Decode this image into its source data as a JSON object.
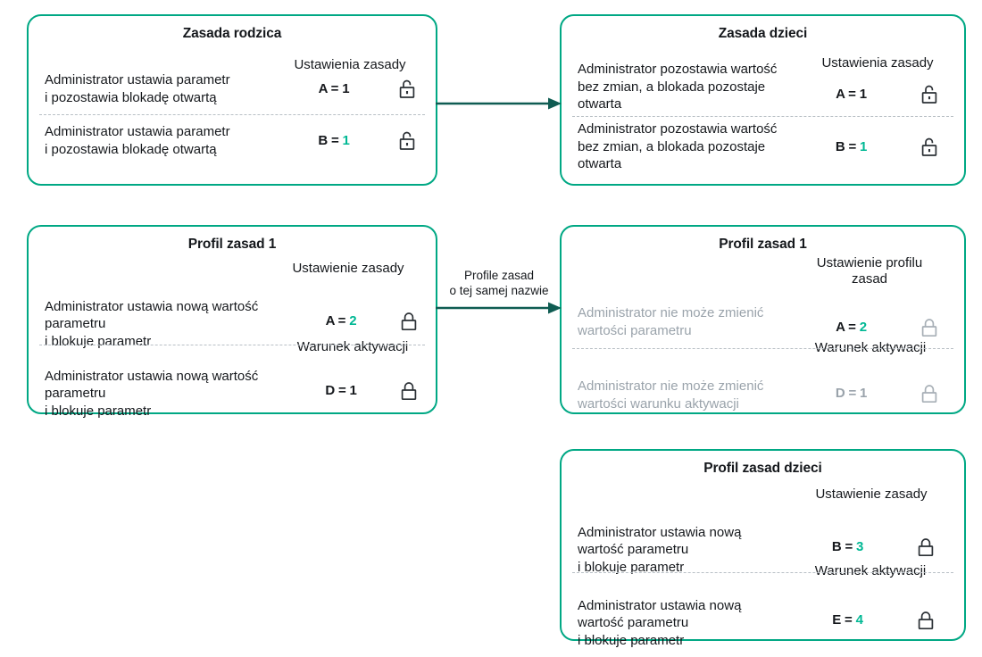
{
  "theme": {
    "card_border": "#00a884",
    "accent_value": "#00b894",
    "text": "#15181c",
    "muted_text": "#9aa3ab",
    "arrow": "#0f5c52",
    "divider": "#b9c0c6"
  },
  "cards": [
    {
      "id": "parent-policy",
      "title": "Zasada rodzica",
      "section_labels": [
        "Ustawienia zasady"
      ],
      "rows": [
        {
          "description": "Administrator ustawia parametr\ni pozostawia blokadę otwartą",
          "value_key": "A",
          "value_sep": " = ",
          "value_num": "1",
          "value_accent": false,
          "lock": "unlocked-icon",
          "lock_state": "open",
          "muted": false
        },
        {
          "description": "Administrator ustawia parametr\ni pozostawia blokadę otwartą",
          "value_key": "B",
          "value_sep": " = ",
          "value_num": "1",
          "value_accent": true,
          "lock": "unlocked-icon",
          "lock_state": "open",
          "muted": false
        }
      ]
    },
    {
      "id": "child-policy",
      "title": "Zasada dzieci",
      "section_labels": [
        "Ustawienia zasady"
      ],
      "rows": [
        {
          "description": "Administrator pozostawia wartość\nbez zmian, a blokada pozostaje\notwarta",
          "value_key": "A",
          "value_sep": " = ",
          "value_num": "1",
          "value_accent": false,
          "lock": "unlocked-icon",
          "lock_state": "open",
          "muted": false
        },
        {
          "description": "Administrator pozostawia wartość\nbez zmian, a blokada pozostaje\notwarta",
          "value_key": "B",
          "value_sep": " = ",
          "value_num": "1",
          "value_accent": true,
          "lock": "unlocked-icon",
          "lock_state": "open",
          "muted": false
        }
      ]
    },
    {
      "id": "policy-profile-1-left",
      "title": "Profil zasad 1",
      "section_labels": [
        "Ustawienie zasady",
        "Warunek aktywacji"
      ],
      "rows": [
        {
          "description": "Administrator ustawia nową wartość\nparametru\n i blokuje parametr",
          "value_key": "A",
          "value_sep": " = ",
          "value_num": "2",
          "value_accent": true,
          "lock": "locked-icon",
          "lock_state": "closed",
          "muted": false
        },
        {
          "description": "Administrator ustawia nową wartość\nparametru\n i blokuje parametr",
          "value_key": "D",
          "value_sep": " = ",
          "value_num": "1",
          "value_accent": false,
          "lock": "locked-icon",
          "lock_state": "closed",
          "muted": false
        }
      ]
    },
    {
      "id": "policy-profile-1-right",
      "title": "Profil zasad 1",
      "section_labels": [
        "Ustawienie profilu\nzasad",
        "Warunek aktywacji"
      ],
      "rows": [
        {
          "description": "Administrator nie może zmienić\nwartości parametru",
          "value_key": "A",
          "value_sep": " = ",
          "value_num": "2",
          "value_accent": true,
          "lock": "locked-icon",
          "lock_state": "closed-disabled",
          "muted": true
        },
        {
          "description": "Administrator nie może zmienić\nwartości warunku aktywacji",
          "value_key": "D",
          "value_sep": " = ",
          "value_num": "1",
          "value_accent": false,
          "lock": "locked-icon",
          "lock_state": "closed-disabled",
          "muted": true
        }
      ]
    },
    {
      "id": "child-policy-profile",
      "title": "Profil zasad dzieci",
      "section_labels": [
        "Ustawienie zasady",
        "Warunek aktywacji"
      ],
      "rows": [
        {
          "description": "Administrator ustawia nową\nwartość parametru\n i blokuje parametr",
          "value_key": "B",
          "value_sep": " = ",
          "value_num": "3",
          "value_accent": true,
          "lock": "locked-icon",
          "lock_state": "closed",
          "muted": false
        },
        {
          "description": "Administrator ustawia nową\nwartość parametru\n i blokuje parametr",
          "value_key": "E",
          "value_sep": " = ",
          "value_num": "4",
          "value_accent": true,
          "lock": "locked-icon",
          "lock_state": "closed",
          "muted": false
        }
      ]
    }
  ],
  "arrows": [
    {
      "id": "arrow-top",
      "label": ""
    },
    {
      "id": "arrow-middle",
      "label": "Profile zasad\no tej samej nazwie"
    }
  ]
}
